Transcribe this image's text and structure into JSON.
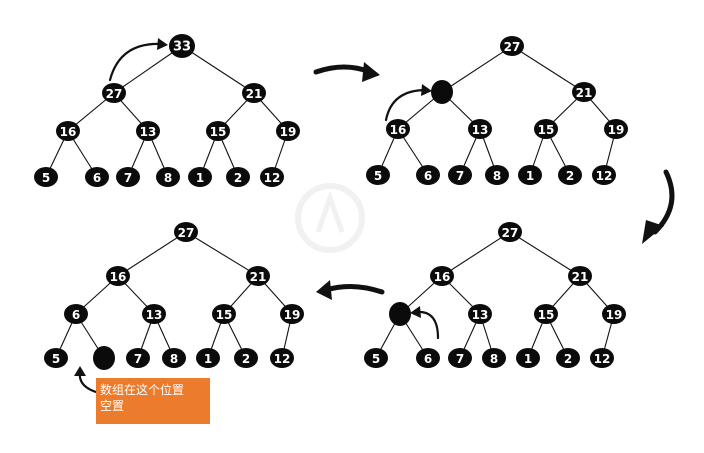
{
  "trees": [
    {
      "nodes": [
        {
          "id": "root",
          "label": "33",
          "empty": false
        },
        {
          "id": "l",
          "label": "27",
          "empty": false
        },
        {
          "id": "r",
          "label": "21",
          "empty": false
        },
        {
          "id": "ll",
          "label": "16",
          "empty": false
        },
        {
          "id": "lr",
          "label": "13",
          "empty": false
        },
        {
          "id": "rl",
          "label": "15",
          "empty": false
        },
        {
          "id": "rr",
          "label": "19",
          "empty": false
        },
        {
          "id": "lll",
          "label": "5",
          "empty": false
        },
        {
          "id": "llr",
          "label": "6",
          "empty": false
        },
        {
          "id": "lrl",
          "label": "7",
          "empty": false
        },
        {
          "id": "lrr",
          "label": "8",
          "empty": false
        },
        {
          "id": "rll",
          "label": "1",
          "empty": false
        },
        {
          "id": "rlr",
          "label": "2",
          "empty": false
        },
        {
          "id": "rrl",
          "label": "12",
          "empty": false
        }
      ]
    },
    {
      "nodes": [
        {
          "id": "root",
          "label": "27",
          "empty": false
        },
        {
          "id": "l",
          "label": "",
          "empty": true
        },
        {
          "id": "r",
          "label": "21",
          "empty": false
        },
        {
          "id": "ll",
          "label": "16",
          "empty": false
        },
        {
          "id": "lr",
          "label": "13",
          "empty": false
        },
        {
          "id": "rl",
          "label": "15",
          "empty": false
        },
        {
          "id": "rr",
          "label": "19",
          "empty": false
        },
        {
          "id": "lll",
          "label": "5",
          "empty": false
        },
        {
          "id": "llr",
          "label": "6",
          "empty": false
        },
        {
          "id": "lrl",
          "label": "7",
          "empty": false
        },
        {
          "id": "lrr",
          "label": "8",
          "empty": false
        },
        {
          "id": "rll",
          "label": "1",
          "empty": false
        },
        {
          "id": "rlr",
          "label": "2",
          "empty": false
        },
        {
          "id": "rrl",
          "label": "12",
          "empty": false
        }
      ]
    },
    {
      "nodes": [
        {
          "id": "root",
          "label": "27",
          "empty": false
        },
        {
          "id": "l",
          "label": "16",
          "empty": false
        },
        {
          "id": "r",
          "label": "21",
          "empty": false
        },
        {
          "id": "ll",
          "label": "",
          "empty": true
        },
        {
          "id": "lr",
          "label": "13",
          "empty": false
        },
        {
          "id": "rl",
          "label": "15",
          "empty": false
        },
        {
          "id": "rr",
          "label": "19",
          "empty": false
        },
        {
          "id": "lll",
          "label": "5",
          "empty": false
        },
        {
          "id": "llr",
          "label": "6",
          "empty": false
        },
        {
          "id": "lrl",
          "label": "7",
          "empty": false
        },
        {
          "id": "lrr",
          "label": "8",
          "empty": false
        },
        {
          "id": "rll",
          "label": "1",
          "empty": false
        },
        {
          "id": "rlr",
          "label": "2",
          "empty": false
        },
        {
          "id": "rrl",
          "label": "12",
          "empty": false
        }
      ]
    },
    {
      "nodes": [
        {
          "id": "root",
          "label": "27",
          "empty": false
        },
        {
          "id": "l",
          "label": "16",
          "empty": false
        },
        {
          "id": "r",
          "label": "21",
          "empty": false
        },
        {
          "id": "ll",
          "label": "6",
          "empty": false
        },
        {
          "id": "lr",
          "label": "13",
          "empty": false
        },
        {
          "id": "rl",
          "label": "15",
          "empty": false
        },
        {
          "id": "rr",
          "label": "19",
          "empty": false
        },
        {
          "id": "lll",
          "label": "5",
          "empty": false
        },
        {
          "id": "llr",
          "label": "",
          "empty": true
        },
        {
          "id": "lrl",
          "label": "7",
          "empty": false
        },
        {
          "id": "lrr",
          "label": "8",
          "empty": false
        },
        {
          "id": "rll",
          "label": "1",
          "empty": false
        },
        {
          "id": "rlr",
          "label": "2",
          "empty": false
        },
        {
          "id": "rrl",
          "label": "12",
          "empty": false
        }
      ]
    }
  ],
  "note": {
    "line1": "数组在这个位置",
    "line2": "空置",
    "color": "#ec7b2c"
  },
  "colors": {
    "node": "#0b0b0b",
    "background": "#ffffff"
  }
}
